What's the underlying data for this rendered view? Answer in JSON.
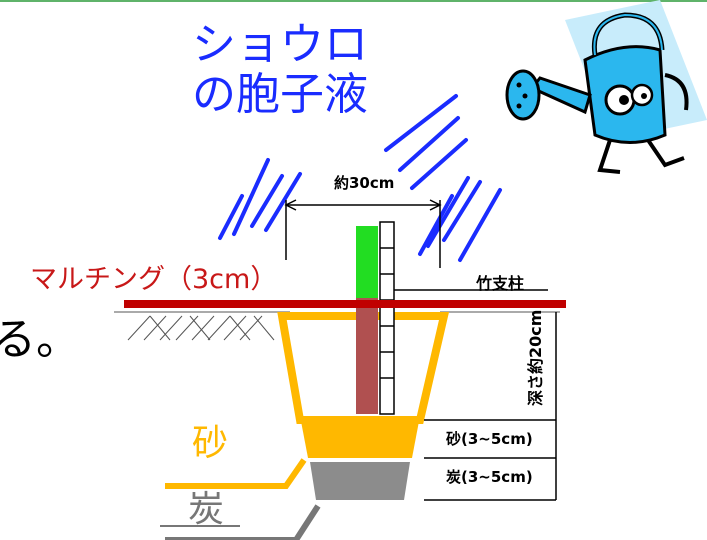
{
  "labels": {
    "spore_line1": "ショウロ",
    "spore_line2": "の胞子液",
    "mulching": "マルチング（3cm）",
    "cut_text": "る。",
    "sand": "砂",
    "charcoal": "炭",
    "width_about": "約30cm",
    "bamboo_post": "竹支柱",
    "depth_about": "深さ約20cm",
    "sand_layer": "砂(3~5cm)",
    "charcoal_layer": "炭(3~5cm)"
  },
  "colors": {
    "spore_text": "#1a2cff",
    "rain_lines": "#1a2cff",
    "mulch_line": "#c00000",
    "mulch_text": "#c81818",
    "sand": "#ffb800",
    "charcoal": "#8c8c8c",
    "stem_green": "#22dd22",
    "stem_brown": "#b05050",
    "watering_can": "#22b8ee",
    "top_border": "#5fb36a"
  },
  "icons": {
    "watering_can": "watering-can-icon"
  }
}
